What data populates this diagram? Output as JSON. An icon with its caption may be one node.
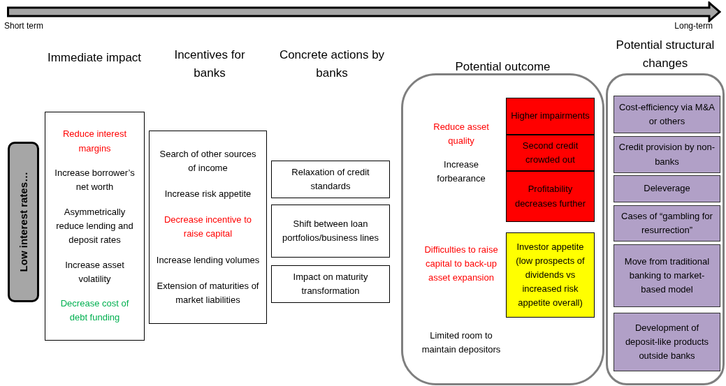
{
  "diagram": {
    "nodes": [
      {
        "text": [
          "Low interest rates…"
        ]
      },
      {
        "text": [
          "Reduce interest margins",
          "Increase borrower’s net worth",
          "Asymmetrically reduce lending and deposit rates",
          "Increase asset volatility",
          "Decrease cost of debt funding"
        ]
      },
      {
        "text": [
          "Search of other sources of income",
          "Increase risk appetite",
          "Decrease incentive to raise capital",
          "Increase lending volumes",
          "Extension of maturities of market liabilities"
        ]
      },
      {
        "text": [
          "Relaxation of credit standards"
        ]
      },
      {
        "text": [
          "Shift between loan portfolios/business lines"
        ]
      },
      {
        "text": [
          "Impact on maturity transformation"
        ]
      },
      {
        "text": [
          "Potential outcome",
          "Reduce asset quality",
          "Increase forbearance",
          "Difficulties to raise capital to back-up asset expansion",
          "Limited room to maintain depositors"
        ]
      },
      {
        "text": [
          "Higher impairments"
        ],
        "in": 6
      },
      {
        "text": [
          "Second credit crowded out"
        ],
        "in": 6
      },
      {
        "text": [
          "Profitability decreases further"
        ],
        "in": 6
      },
      {
        "text": [
          "Investor appetite (low prospects of dividends vs increased risk appetite overall)"
        ],
        "in": 6
      },
      {
        "text": [
          "Potential structural changes"
        ]
      },
      {
        "text": [
          "Cost-efficiency via M&A or others"
        ],
        "in": 11
      },
      {
        "text": [
          "Credit provision by non-banks"
        ],
        "in": 11
      },
      {
        "text": [
          "Deleverage"
        ],
        "in": 11
      },
      {
        "text": [
          "Cases of “gambling for resurrection”"
        ],
        "in": 11
      },
      {
        "text": [
          "Move from traditional banking to market-based model"
        ],
        "in": 11
      },
      {
        "text": [
          "Development of deposit-like products outside banks"
        ],
        "in": 11
      }
    ],
    "labels": [
      "Short term",
      "Long-term",
      "Immediate impact",
      "Incentives for banks",
      "Concrete actions by banks"
    ]
  }
}
